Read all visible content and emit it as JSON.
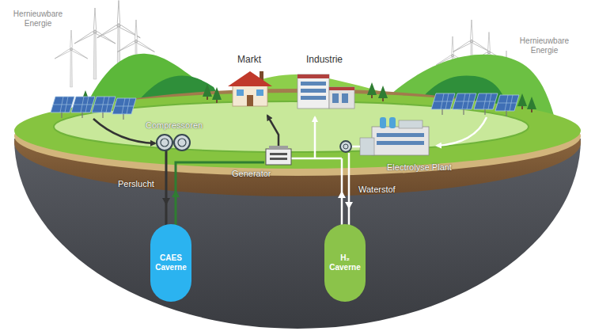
{
  "diagram": {
    "nodes": [
      {
        "text": [
          "CAES Caverne"
        ]
      },
      {
        "text": [
          "H₂ Caverne"
        ]
      }
    ],
    "labels": [
      "Hernieuwbare Energie",
      "Markt",
      "Industrie",
      "Hernieuwbare Energie",
      "Compressoren",
      "Generator",
      "Electrolyse Plant",
      "Perslucht",
      "Waterstof"
    ]
  }
}
